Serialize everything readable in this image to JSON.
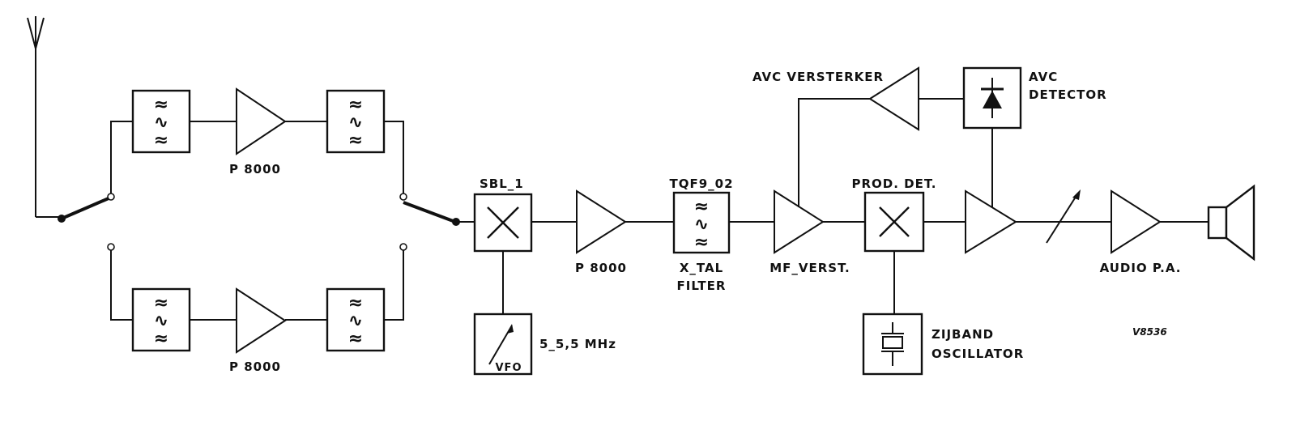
{
  "labels": {
    "p8000_top": "P 8000",
    "p8000_bottom": "P 8000",
    "sbl1": "SBL_1",
    "vfo": "VFO",
    "vfo_range": "5_5,5 MHz",
    "p8000_mid": "P 8000",
    "tqf": "TQF9_02",
    "xtal_line1": "X_TAL",
    "xtal_line2": "FILTER",
    "mf_verst": "MF_VERST.",
    "prod_det": "PROD. DET.",
    "avc_versterker": "AVC VERSTERKER",
    "avc_det_line1": "AVC",
    "avc_det_line2": "DETECTOR",
    "zijband_line1": "ZIJBAND",
    "zijband_line2": "OSCILLATOR",
    "audio_pa": "AUDIO P.A.",
    "ref": "V8536"
  },
  "icons": {
    "filter": "bandpass-filter-icon",
    "amplifier": "amplifier-triangle-icon",
    "mixer": "mixer-x-icon",
    "diode": "diode-icon",
    "crystal": "crystal-icon",
    "speaker": "speaker-icon",
    "antenna": "antenna-icon",
    "switch": "switch-icon",
    "variable": "variable-arrow-icon"
  }
}
